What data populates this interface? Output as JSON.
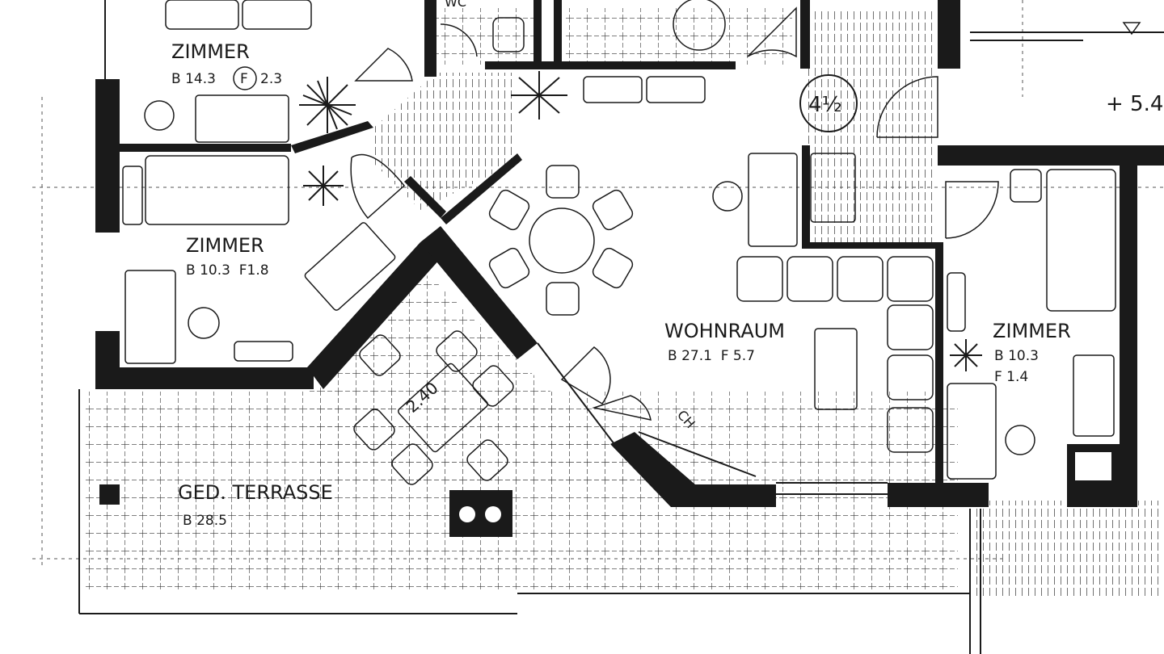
{
  "plan": {
    "rooms": [
      {
        "name": "ZIMMER",
        "dims": "B 14.3",
        "f_label": "F",
        "f_value": "2.3"
      },
      {
        "name": "ZIMMER",
        "dims": "B 10.3  F1.8"
      },
      {
        "name": "WOHNRAUM",
        "dims": "B 27.1  F 5.7"
      },
      {
        "name": "ZIMMER",
        "dims": "B 10.3",
        "dims2": "F 1.4"
      },
      {
        "name": "GED. TERRASSE",
        "dims": "B 28.5"
      }
    ],
    "wc_label": "WC",
    "ch_label": "CH",
    "dimension_label": "2.40",
    "unit_label": "4½",
    "level_label": "+ 5.4"
  },
  "colors": {
    "ink": "#1a1a1a",
    "paper": "#ffffff"
  }
}
